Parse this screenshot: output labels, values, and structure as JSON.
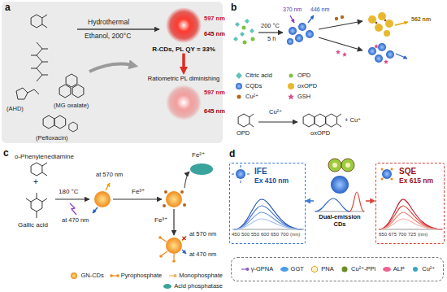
{
  "diagram": {
    "nodes": [
      {
        "text": [
          "R-CDs, PL QY = 33%"
        ]
      },
      {
        "text": [
          "Ratiometric PL diminishing"
        ]
      },
      {
        "text": [
          "IFE",
          "Ex 410 nm"
        ]
      },
      {
        "text": [
          "Dual-emission CDs"
        ]
      },
      {
        "text": [
          "SQE",
          "Ex 615 nm"
        ]
      }
    ],
    "edges": [
      {
        "from": 0,
        "to": 1,
        "arrow": "to"
      },
      {
        "from": 3,
        "to": 2,
        "arrow": "to"
      },
      {
        "from": 3,
        "to": 4,
        "arrow": "to"
      }
    ],
    "labels": [
      "a",
      "Hydrothermal",
      "Ethanol, 200°C",
      "597 nm",
      "645 nm",
      "597 nm",
      "645 nm",
      "(AHD)",
      "(MG oxalate)",
      "(Pefloxacin)",
      "b",
      "370 nm",
      "446 nm",
      "200 °C",
      "5 h",
      "562 nm",
      "Cu²⁺",
      "OPD",
      "oxOPD",
      "+ Cu⁺",
      "c",
      "o-Phenylenediamine",
      "+",
      "Gallic acid",
      "180 °C",
      "at 570 nm",
      "Fe³⁺",
      "at 470 nm",
      "Fe²⁺",
      "Fe³⁺",
      "at 570 nm",
      "at 470 nm",
      "d",
      "450",
      "500",
      "550",
      "600",
      "650",
      "700",
      "(nm)",
      "650",
      "675",
      "700",
      "725",
      "(nm)"
    ],
    "legend": [
      {
        "text": "Citric acid"
      },
      {
        "text": "OPD"
      },
      {
        "text": "CQDs"
      },
      {
        "text": "oxOPD"
      },
      {
        "text": "Cu²⁺"
      },
      {
        "text": "GSH"
      },
      {
        "text": "GN-CDs"
      },
      {
        "text": "Pyrophosphate"
      },
      {
        "text": "Monophosphate"
      },
      {
        "text": "Acid phosphatase"
      },
      {
        "text": "γ-GPNA"
      },
      {
        "text": "GGT"
      },
      {
        "text": "PNA"
      },
      {
        "text": "Cu²⁺-PPi"
      },
      {
        "text": "ALP"
      },
      {
        "text": "Cu²⁺"
      }
    ]
  }
}
